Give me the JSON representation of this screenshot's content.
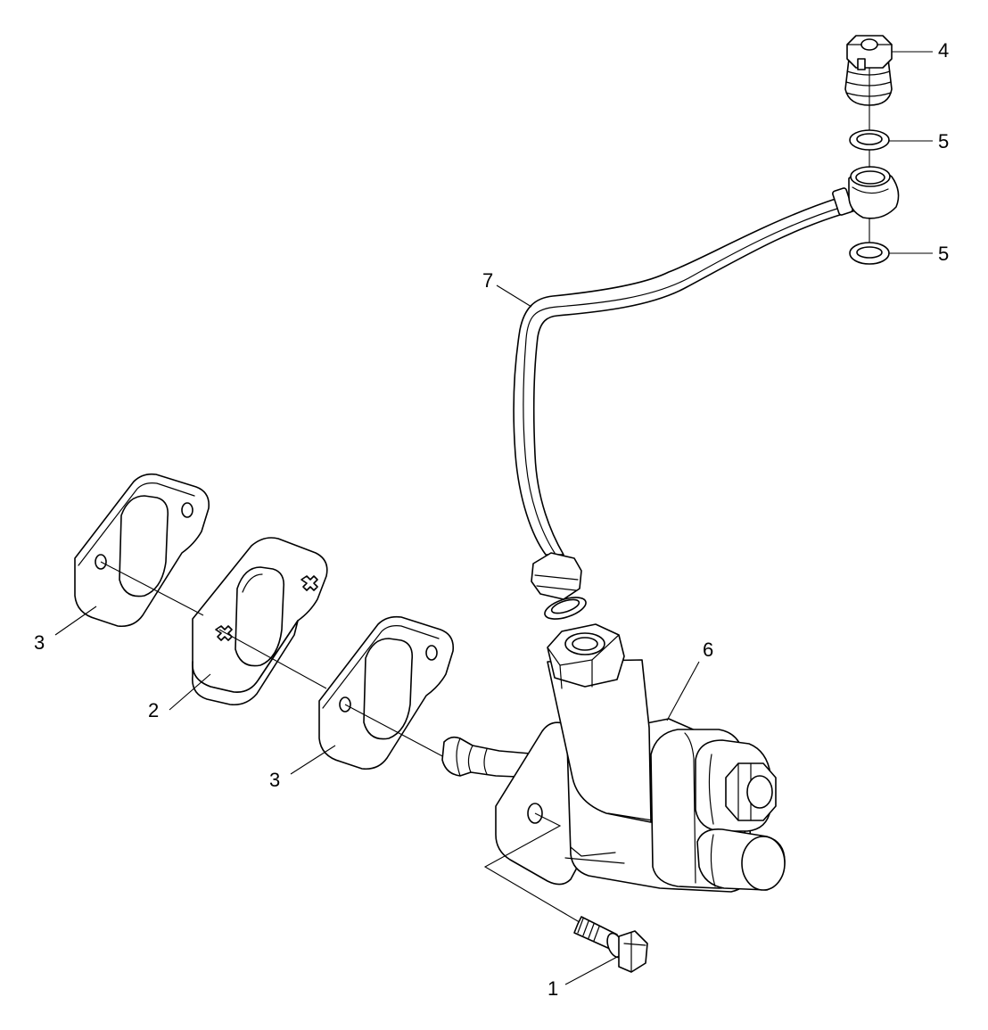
{
  "diagram": {
    "callouts": {
      "bolt": "1",
      "spacer": "2",
      "gasket_top": "3",
      "gasket_bottom": "3",
      "banjo_bolt": "4",
      "washer_top": "5",
      "washer_bottom": "5",
      "pump": "6",
      "fuel_line": "7"
    }
  }
}
